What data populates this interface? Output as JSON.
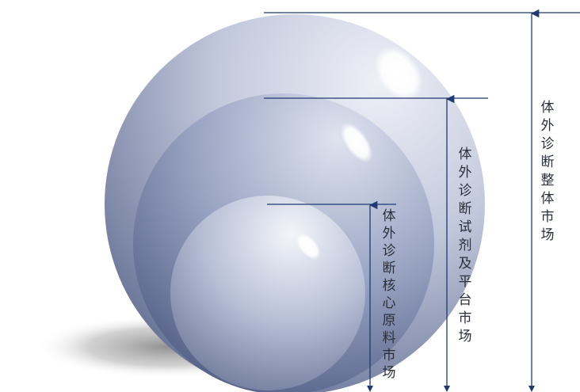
{
  "diagram": {
    "type": "nested-spheres",
    "spheres": [
      {
        "name": "outer",
        "label": "体外诊断整体市场",
        "color": "#a9b1c9"
      },
      {
        "name": "middle",
        "label": "体外诊断试剂及平台市场",
        "color": "#8e9bbd"
      },
      {
        "name": "inner",
        "label": "体外诊断核心原料市场",
        "color": "#b4bdd6"
      }
    ],
    "line_color": "#1f3a73"
  }
}
